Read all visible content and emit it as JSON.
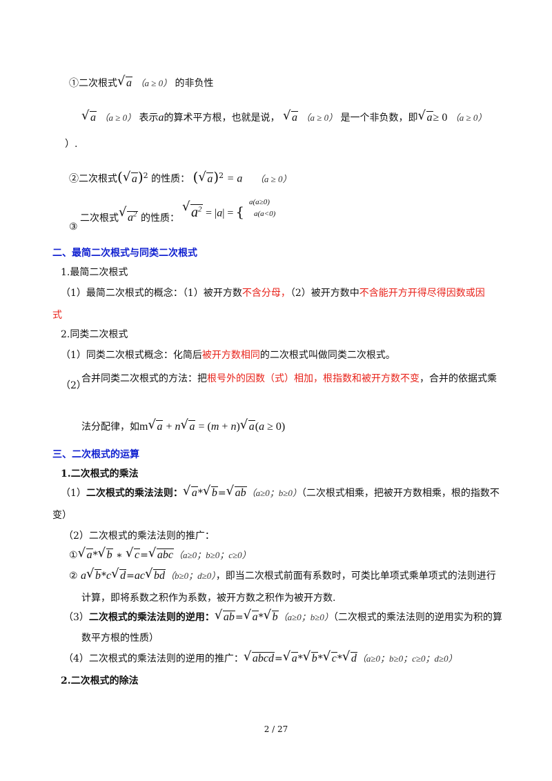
{
  "sec1": {
    "p1_label": "①二次根式",
    "p1_tail": "的非负性",
    "cond": "（a ≥ 0）",
    "p2_a": "表示",
    "p2_b": "的算术平方根，也就是说，",
    "p2_c": "是一个非负数，即",
    "p2_ge": "≥ 0",
    "p2_close": "）.",
    "p3_label": "②二次根式",
    "p3_tail": "的性质：",
    "p3_eq": "= a",
    "p4_label": "二次根式",
    "p4_tail": "的性质：",
    "p4_circ": "③",
    "p4_case1": "a(a≥0)",
    "p4_case2": "a(a<0)"
  },
  "sec2": {
    "heading": "二、最简二次根式与同类二次根式",
    "sub1": "1.最简二次根式",
    "l1_a": "（1）最简二次根式的概念：（1）被开方数",
    "l1_red1": "不含分母，",
    "l1_b": "（2）被开方数中",
    "l1_red2": "不含能开方开得尽得因数或因",
    "l1_red3": "式",
    "sub2": "2.同类二次根式",
    "l2_a": "（1）同类二次根式概念：化简后",
    "l2_red": "被开方数相同",
    "l2_b": "的二次根式叫做同类二次根式。",
    "l3_num": "（2）",
    "l3_a": "合并同类二次根式的方法：把",
    "l3_red": "根号外的因数（式）相加，根指数和被开方数不变",
    "l3_b": "，合并的依据式乘",
    "l4_a": "法分配律，如"
  },
  "sec3": {
    "heading": "三、二次根式的运算",
    "sub1": "1.二次根式的乘法",
    "r1_a": "（1）",
    "r1_bold": "二次根式的乘法法则：",
    "r1_cond": "（a≥0；b≥0）",
    "r1_b": "（二次根式相乘，把被开方数相乘，根的指数不",
    "r1_c": "变）",
    "r2": "（2）二次根式的乘法法则的推广：",
    "r3_cond": "（a≥0；b≥0；c≥0）",
    "r4_cond": "（b≥0；d≥0）",
    "r4_b": "，即当二次根式前面有系数时，可类比单项式乘单项式的法则进行",
    "r5": "计算，即将系数之积作为系数，被开方数之积作为被开方数.",
    "r6_a": "（3）",
    "r6_bold": "二次根式的乘法法则的逆用：",
    "r6_cond": "（a≥0；b≥0）",
    "r6_b": "（二次根式的乘法法则的逆用实为积的算",
    "r7": "数平方根的性质）",
    "r8_a": "（4）二次根式的乘法法则的逆用的推广：",
    "r8_cond": "（a≥0；b≥0；c≥0；d≥0）",
    "sub2": "2.二次根式的除法"
  },
  "footer": {
    "page": "2 / 27"
  }
}
